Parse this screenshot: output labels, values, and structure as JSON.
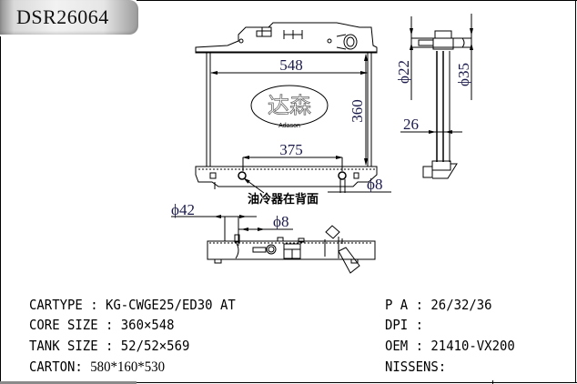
{
  "title": "DSR26064",
  "drawing": {
    "dimensions": {
      "core_width": "548",
      "core_height": "360",
      "mount_spacing": "375",
      "inlet_diameter": "ϕ22",
      "outlet_diameter": "ϕ35",
      "tank_depth": "26",
      "pin_diameter_right": "ϕ8",
      "pin_diameter_bottom": "ϕ8",
      "filler_diameter": "ϕ42"
    },
    "note_cn": "油冷器在背面",
    "logo": {
      "cn": "达森",
      "en": "Adason"
    },
    "colors": {
      "line": "#000000",
      "dimension_text": "#1a1a4a",
      "logo_gray": "#9a9a9a"
    }
  },
  "specs": {
    "left": [
      {
        "label": "CARTYPE",
        "sep": " : ",
        "value": "KG-CWGE25/ED30 AT"
      },
      {
        "label": "CORE SIZE",
        "sep": " : ",
        "value": "360×548"
      },
      {
        "label": "TANK SIZE",
        "sep": " : ",
        "value": "52/52×569"
      },
      {
        "label": "CARTON",
        "sep": ": ",
        "value": "580*160*530"
      }
    ],
    "right": [
      {
        "label": "P A",
        "sep": " : ",
        "value": "26/32/36"
      },
      {
        "label": "DPI",
        "sep": " :",
        "value": ""
      },
      {
        "label": "OEM",
        "sep": " : ",
        "value": "21410-VX200"
      },
      {
        "label": "NISSENS",
        "sep": ":",
        "value": ""
      }
    ]
  }
}
